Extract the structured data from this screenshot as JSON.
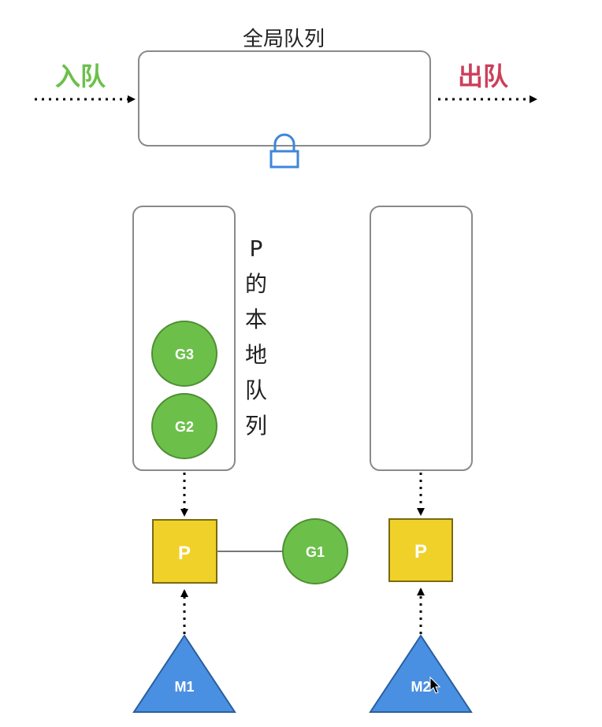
{
  "global_queue": {
    "title": "全局队列",
    "enqueue_label": "入队",
    "dequeue_label": "出队"
  },
  "local_queue": {
    "label_chars": [
      "P",
      "的",
      "本",
      "地",
      "队",
      "列"
    ]
  },
  "goroutines": {
    "g3": "G3",
    "g2": "G2",
    "g1": "G1"
  },
  "processors": {
    "p1": "P",
    "p2": "P"
  },
  "machines": {
    "m1": "M1",
    "m2": "M2"
  },
  "colors": {
    "enqueue": "#6cc04a",
    "dequeue": "#cc3f5b",
    "goroutine_fill": "#6cc04a",
    "goroutine_stroke": "#4f8f34",
    "processor_fill": "#f0d12a",
    "machine_fill": "#4a90e2",
    "lock": "#3f86d8",
    "box_stroke": "#8a8a8a"
  }
}
